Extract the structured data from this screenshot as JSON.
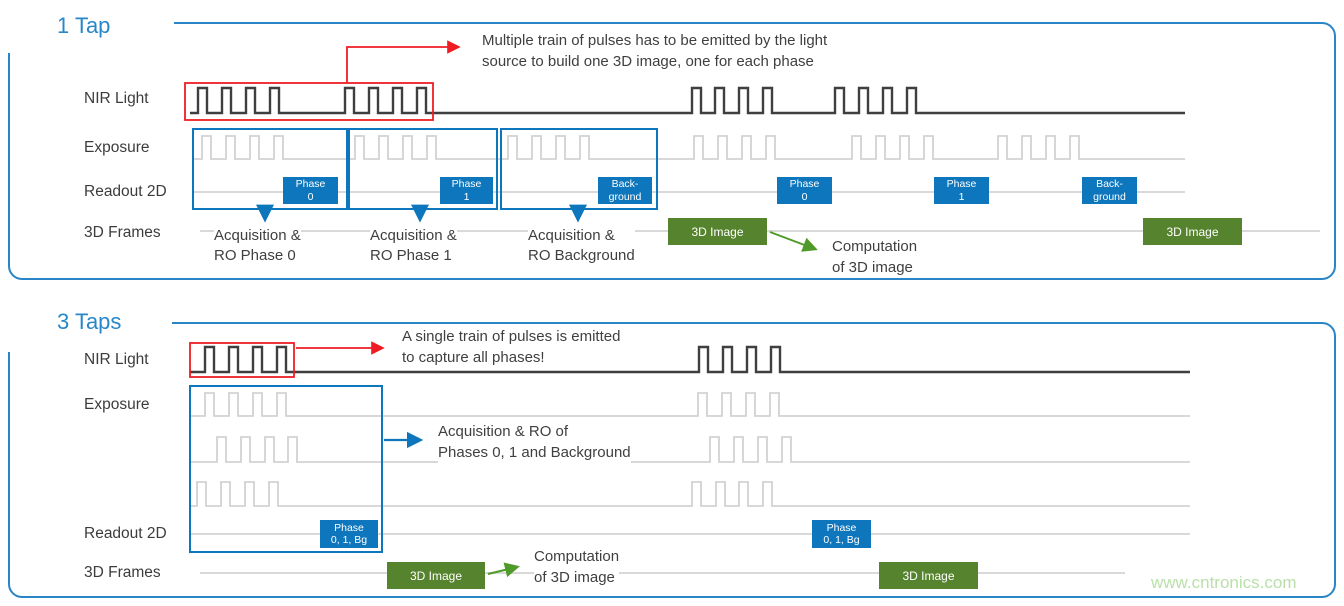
{
  "colors": {
    "accent_blue": "#0e76bc",
    "panel_blue": "#2a85c7",
    "green": "#56832d",
    "green_arrow": "#4f9a28",
    "red": "#ee1d23",
    "waveform_dark": "#3f3f3f",
    "waveform_light": "#d2d2d2"
  },
  "watermark": "www.cntronics.com",
  "panel_1tap": {
    "title": "1 Tap",
    "row_labels": [
      "NIR Light",
      "Exposure",
      "Readout 2D",
      "3D Frames"
    ],
    "nir_annotation": {
      "line1": "Multiple train of pulses has to be emitted by the light",
      "line2": "source to build one 3D image, one for each phase"
    },
    "readout_tags": [
      {
        "line1": "Phase",
        "line2": "0"
      },
      {
        "line1": "Phase",
        "line2": "1"
      },
      {
        "line1": "Back-",
        "line2": "ground"
      },
      {
        "line1": "Phase",
        "line2": "0"
      },
      {
        "line1": "Phase",
        "line2": "1"
      },
      {
        "line1": "Back-",
        "line2": "ground"
      }
    ],
    "acquisition_labels": [
      {
        "line1": "Acquisition &",
        "line2": "RO Phase 0"
      },
      {
        "line1": "Acquisition &",
        "line2": "RO Phase 1"
      },
      {
        "line1": "Acquisition &",
        "line2": "RO Background"
      }
    ],
    "frame_tags": [
      "3D Image",
      "3D Image"
    ],
    "computation_note": {
      "line1": "Computation",
      "line2": "of 3D image"
    }
  },
  "panel_3taps": {
    "title": "3 Taps",
    "row_labels": [
      "NIR Light",
      "Exposure",
      "Readout 2D",
      "3D Frames"
    ],
    "nir_annotation": {
      "line1": "A single train of pulses is emitted",
      "line2": "to capture all phases!"
    },
    "exposure_annotation": {
      "line1": "Acquisition & RO of",
      "line2": "Phases 0, 1 and Background"
    },
    "readout_tags": [
      {
        "line1": "Phase",
        "line2": "0, 1, Bg"
      },
      {
        "line1": "Phase",
        "line2": "0, 1, Bg"
      }
    ],
    "frame_tags": [
      "3D Image",
      "3D Image"
    ],
    "computation_note": {
      "line1": "Computation",
      "line2": "of 3D image"
    }
  }
}
